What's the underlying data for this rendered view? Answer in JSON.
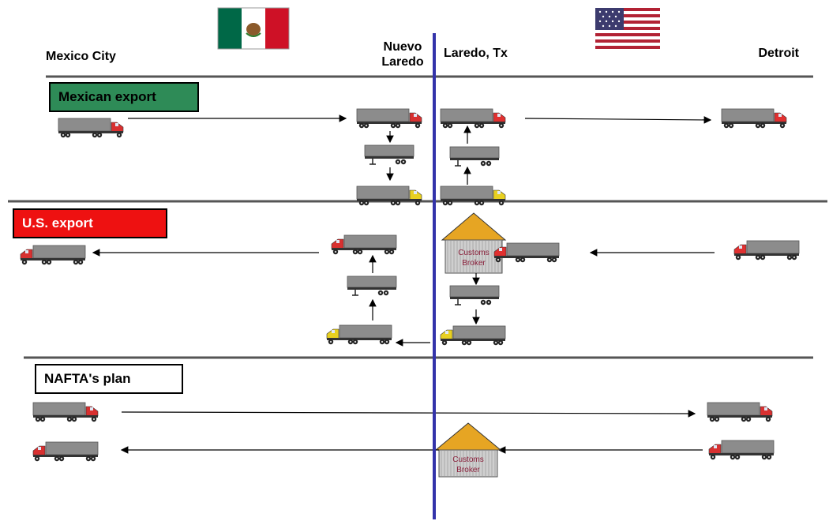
{
  "cities": {
    "mexico_city": "Mexico City",
    "nuevo_laredo": [
      "Nuevo",
      "Laredo"
    ],
    "laredo_tx": "Laredo, Tx",
    "detroit": "Detroit"
  },
  "sections": {
    "mexican_export": "Mexican export",
    "us_export": "U.S. export",
    "naftas_plan": "NAFTA's plan"
  },
  "customs_broker": [
    "Customs",
    "Broker"
  ],
  "colors": {
    "mexico_green": "#006847",
    "mexico_red": "#ce1126",
    "usa_red": "#b22234",
    "usa_blue": "#3c3b6e",
    "border_line": "#3333aa",
    "truck_body": "#8c8c8c",
    "cab_mex": "#d83030",
    "cab_us": "#e03030",
    "cab_yellow": "#e8d020",
    "roof": "#e6a523"
  },
  "icons": [
    "mexico-flag-icon",
    "usa-flag-icon",
    "truck-icon",
    "trailer-icon",
    "customs-broker-building-icon",
    "arrow-icon"
  ]
}
